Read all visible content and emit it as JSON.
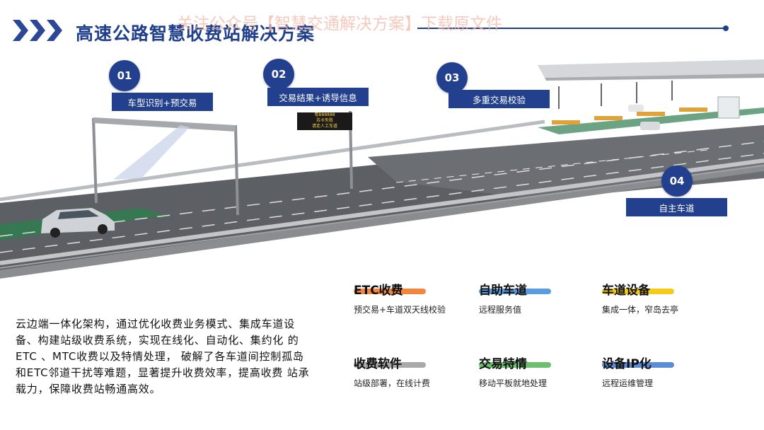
{
  "header": {
    "title": "高速公路智慧收费站解决方案",
    "watermark": "关注公众号【智慧交通解决方案】下载原文件",
    "brand_color": "#1f3e8c"
  },
  "steps": [
    {
      "num": "01",
      "label": "车型识别+预交易"
    },
    {
      "num": "02",
      "label": "交易结果+诱导信息"
    },
    {
      "num": "03",
      "label": "多重交易校验"
    },
    {
      "num": "04",
      "label": "自主车道"
    }
  ],
  "sign_text": [
    "粤B88888",
    "苏卡失败",
    "请走人工车道"
  ],
  "description": "云边端一体化架构，通过优化收费业务模式、集成车道设备、构建站级收费系统，实现在线化、自动化、集约化 的ETC 、MTC收费以及特情处理， 破解了各车道间控制孤岛和ETC邻道干扰等难题，显著提升收费效率，提高收费 站承载力，保障收费站畅通高效。",
  "features": [
    {
      "title": "ETC收费",
      "sub": "预交易+车道双天线校验",
      "color": "#f07a2a"
    },
    {
      "title": "自助车道",
      "sub": "远程服务值",
      "color": "#4a90d9"
    },
    {
      "title": "车道设备",
      "sub": "集成一体，窄岛去亭",
      "color": "#f5c400"
    },
    {
      "title": "收费软件",
      "sub": "站级部署，在线计费",
      "color": "#a0a0a0"
    },
    {
      "title": "交易特情",
      "sub": "移动平板就地处理",
      "color": "#5cb85c"
    },
    {
      "title": "设备IP化",
      "sub": "远程运维管理",
      "color": "#4a7fd0"
    }
  ]
}
